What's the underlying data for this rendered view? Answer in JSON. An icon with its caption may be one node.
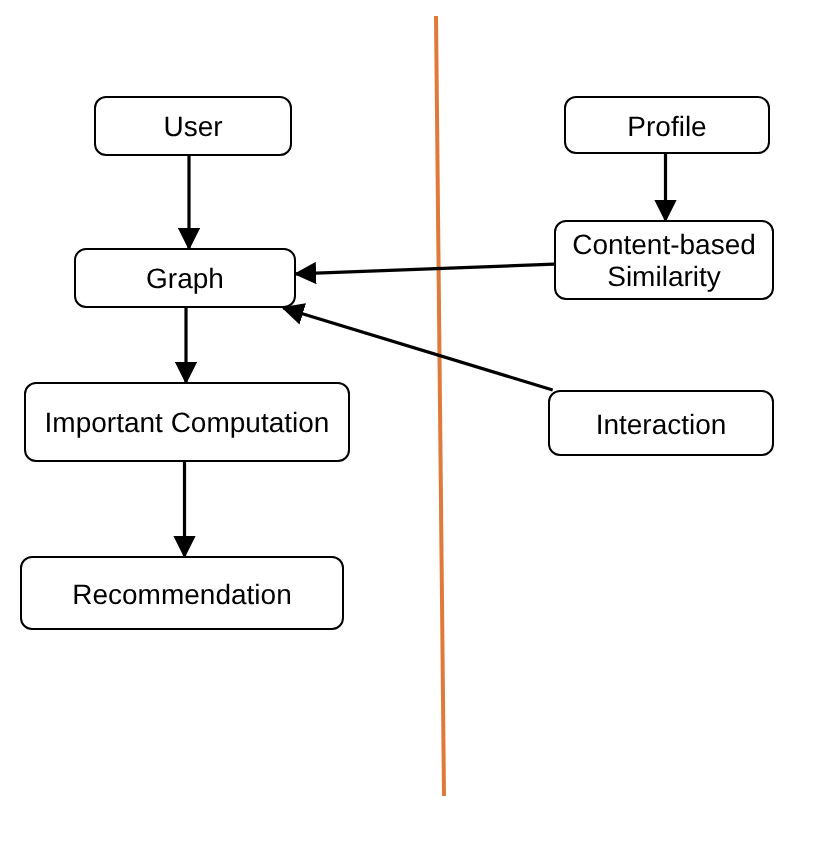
{
  "diagram": {
    "nodes": [
      {
        "text": [
          "User"
        ]
      },
      {
        "text": [
          "Graph"
        ]
      },
      {
        "text": [
          "Important Computation"
        ]
      },
      {
        "text": [
          "Recommendation"
        ]
      },
      {
        "text": [
          "Profile"
        ]
      },
      {
        "text": [
          "Content-based Similarity"
        ]
      },
      {
        "text": [
          "Interaction"
        ]
      }
    ],
    "edges": [
      {
        "from": 0,
        "to": 1,
        "arrow": "to"
      },
      {
        "from": 4,
        "to": 5,
        "arrow": "to"
      },
      {
        "from": 5,
        "to": 1,
        "arrow": "to"
      },
      {
        "from": 6,
        "to": 1,
        "arrow": "to"
      },
      {
        "from": 1,
        "to": 2,
        "arrow": "to"
      },
      {
        "from": 2,
        "to": 3,
        "arrow": "to"
      }
    ]
  }
}
